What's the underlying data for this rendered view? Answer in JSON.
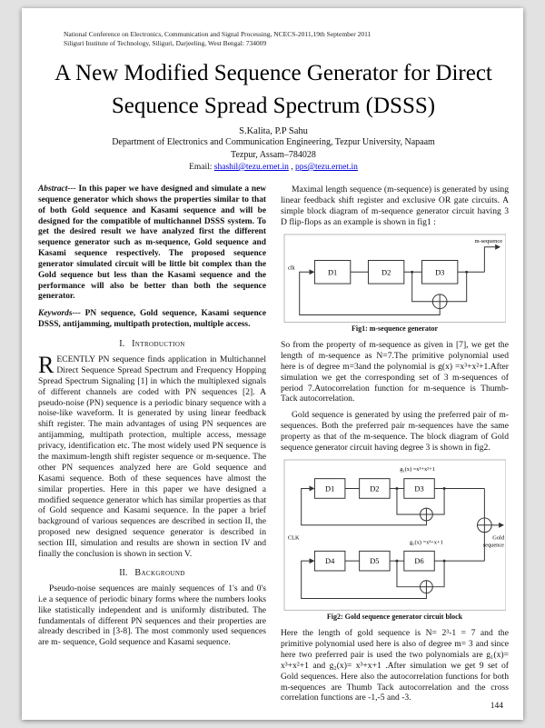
{
  "header": {
    "line1": "National Conference on Electronics, Communication and Signal Processing, NCECS-2011,19th September 2011",
    "line2": "Siliguri Institute of Technology, Siliguri, Darjeeling, West Bengal: 734009"
  },
  "title": {
    "line1": "A New Modified Sequence Generator for Direct",
    "line2": "Sequence Spread Spectrum (DSSS)"
  },
  "byline": {
    "authors": "S.Kalita,  P.P Sahu",
    "affiliation_line1": "Department of Electronics and Communication Engineering, Tezpur University, Napaam",
    "affiliation_line2": "Tezpur, Assam–784028",
    "email_label": "Email: ",
    "email1": "shashil@tezu.ernet.in",
    "email_sep": " , ",
    "email2": "pps@tezu.ernet.in"
  },
  "abstract": {
    "label": "Abstract---",
    "text": " In this paper we have designed and simulate a new sequence generator which shows the properties similar to that of both Gold sequence and Kasami sequence and will be designed for the compatible of multichannel DSSS system. To get the desired result we have analyzed first the different sequence generator such as m-sequence, Gold sequence and Kasami sequence respectively. The proposed sequence generator simulated circuit will be little bit complex than the Gold sequence but less than the Kasami sequence and the performance will also be better than both the sequence generator."
  },
  "keywords": {
    "label": "Keywords---",
    "text": " PN sequence, Gold sequence, Kasami sequence DSSS, antijamming, multipath protection, multiple access."
  },
  "sections": {
    "s1_number": "I.",
    "s1_title": "Introduction",
    "s2_number": "II.",
    "s2_title": "Background"
  },
  "intro": {
    "dropcap": "R",
    "text": "ECENTLY PN sequence finds application in Multichannel Direct Sequence Spread Spectrum and Frequency Hopping Spread Spectrum Signaling [1] in which the multiplexed signals of different channels are coded with PN sequences [2]. A pseudo-noise (PN) sequence is a periodic binary sequence with a noise-like waveform. It is generated by using linear feedback shift register. The main advantages of using PN sequences are antijamming, multipath protection, multiple access, message privacy, identification etc. The most widely used PN sequence is the maximum-length shift register sequence or m-sequence. The other PN sequences analyzed here are Gold sequence and Kasami sequence. Both of these sequences have almost the similar properties. Here in this paper we have designed a modified sequence generator which has similar properties as that of Gold sequence and Kasami sequence. In the paper a brief background of various sequences are described in section II, the proposed new designed sequence generator is described in section III, simulation and results are shown in section IV and finally the conclusion is shown in section V."
  },
  "background": {
    "p1": "Pseudo-noise sequences are mainly sequences of 1's and 0's i.e a sequence of periodic binary forms where the numbers looks like statistically independent and is uniformly distributed. The fundamentals of different PN sequences and their properties are already described in [3-8]. The most commonly used sequences are m- sequence, Gold sequence and Kasami sequence.",
    "indent": true
  },
  "right": {
    "p1": "Maximal length sequence (m-sequence) is generated by using linear feedback shift register and exclusive OR gate circuits. A simple block diagram of m-sequence generator circuit having 3 D flip-flops as an example is shown in fig1 :",
    "p2": "So from the property of m-sequence as given in [7], we get the length of m-sequence as N=7.The primitive polynomial used here is of degree m=3and the polynomial is g(x) =x³+x²+1.After simulation we get the corresponding set of 3 m-sequences of period 7.Autocorrelation function for m-sequence is Thumb-Tack autocorrelation.",
    "p3": "Gold sequence is generated by using the preferred pair of m-sequences. Both the preferred pair m-sequences have the same property as that of the m-sequence. The block diagram of Gold sequence generator circuit having degree 3 is shown in fig2.",
    "p4": "Here the length of gold sequence is N= 2³-1 = 7 and the primitive polynomial used here is also of degree m= 3 and since here two preferred pair is used the two polynomials are g₁(x)= x³+x²+1 and  g₂(x)= x³+x+1 .After simulation we get 9 set of  Gold sequences. Here also the autocorrelation functions for both m-sequences are Thumb Tack autocorrelation and the cross correlation functions are -1,-5 and -3."
  },
  "fig1": {
    "caption": "Fig1:  m-sequence generator",
    "clk_label": "clk",
    "blocks": [
      "D1",
      "D2",
      "D3"
    ],
    "output_label": "m-sequence"
  },
  "fig2": {
    "caption": "Fig2:   Gold sequence generator circuit block",
    "clk_label": "CLK",
    "poly1": "g₁(x) =x³+x²+1",
    "poly2": "g₂(x) =x³+x+1",
    "top_blocks": [
      "D1",
      "D2",
      "D3"
    ],
    "bottom_blocks": [
      "D4",
      "D5",
      "D6"
    ],
    "output_label1": "Gold",
    "output_label2": "sequence"
  },
  "page": {
    "number": "144"
  }
}
